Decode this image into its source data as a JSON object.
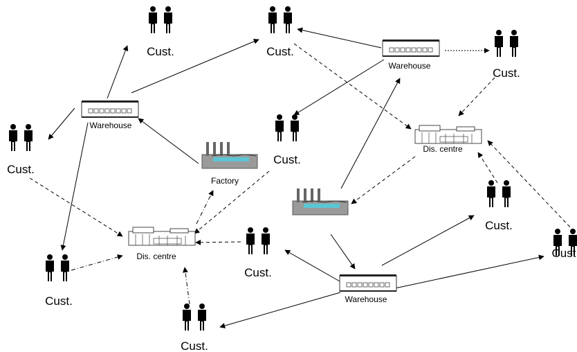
{
  "diagram": {
    "nodes": [
      {
        "id": "cust_top_left",
        "type": "customer",
        "label": "Cust."
      },
      {
        "id": "cust_top_mid",
        "type": "customer",
        "label": "Cust."
      },
      {
        "id": "cust_top_right",
        "type": "customer",
        "label": "Cust."
      },
      {
        "id": "cust_left",
        "type": "customer",
        "label": "Cust."
      },
      {
        "id": "cust_center",
        "type": "customer",
        "label": "Cust."
      },
      {
        "id": "cust_right_mid",
        "type": "customer",
        "label": "Cust."
      },
      {
        "id": "cust_far_right",
        "type": "customer",
        "label": "Cust"
      },
      {
        "id": "cust_mid_lower",
        "type": "customer",
        "label": "Cust."
      },
      {
        "id": "cust_bottom_left",
        "type": "customer",
        "label": "Cust."
      },
      {
        "id": "cust_bottom",
        "type": "customer",
        "label": "Cust."
      },
      {
        "id": "warehouse_left",
        "type": "warehouse",
        "label": "Warehouse"
      },
      {
        "id": "warehouse_top",
        "type": "warehouse",
        "label": "Warehouse"
      },
      {
        "id": "warehouse_bottom",
        "type": "warehouse",
        "label": "Warehouse"
      },
      {
        "id": "factory_left",
        "type": "factory",
        "label": "Factory"
      },
      {
        "id": "factory_right",
        "type": "factory",
        "label": ""
      },
      {
        "id": "dc_left",
        "type": "dis_centre",
        "label": "Dis. centre"
      },
      {
        "id": "dc_right",
        "type": "dis_centre",
        "label": "Dis. centre"
      }
    ],
    "edges": [
      {
        "from": "warehouse_left",
        "to": "cust_top_left",
        "style": "solid"
      },
      {
        "from": "warehouse_left",
        "to": "cust_top_mid",
        "style": "solid"
      },
      {
        "from": "warehouse_left",
        "to": "cust_left",
        "style": "solid"
      },
      {
        "from": "warehouse_left",
        "to": "cust_bottom_left",
        "style": "solid"
      },
      {
        "from": "factory_left",
        "to": "warehouse_left",
        "style": "solid"
      },
      {
        "from": "warehouse_top",
        "to": "cust_top_mid",
        "style": "solid"
      },
      {
        "from": "warehouse_top",
        "to": "cust_top_right",
        "style": "dotted"
      },
      {
        "from": "warehouse_top",
        "to": "cust_center",
        "style": "solid"
      },
      {
        "from": "cust_top_mid",
        "to": "dc_right",
        "style": "dashed"
      },
      {
        "from": "cust_top_right",
        "to": "dc_right",
        "style": "dashed"
      },
      {
        "from": "factory_right",
        "to": "warehouse_top",
        "style": "solid"
      },
      {
        "from": "dc_right",
        "to": "factory_right",
        "style": "dashed"
      },
      {
        "from": "factory_right",
        "to": "warehouse_bottom",
        "style": "solid"
      },
      {
        "from": "cust_right_mid",
        "to": "dc_right",
        "style": "dashed"
      },
      {
        "from": "cust_far_right",
        "to": "dc_right",
        "style": "dashed"
      },
      {
        "from": "warehouse_bottom",
        "to": "cust_right_mid",
        "style": "solid"
      },
      {
        "from": "warehouse_bottom",
        "to": "cust_far_right",
        "style": "solid"
      },
      {
        "from": "warehouse_bottom",
        "to": "cust_mid_lower",
        "style": "solid"
      },
      {
        "from": "warehouse_bottom",
        "to": "cust_bottom",
        "style": "solid"
      },
      {
        "from": "cust_left",
        "to": "dc_left",
        "style": "dashed"
      },
      {
        "from": "cust_center",
        "to": "dc_left",
        "style": "dashed"
      },
      {
        "from": "dc_left",
        "to": "factory_left",
        "style": "dashdot"
      },
      {
        "from": "cust_bottom_left",
        "to": "dc_left",
        "style": "dashdot"
      },
      {
        "from": "cust_mid_lower",
        "to": "dc_left",
        "style": "dashed"
      },
      {
        "from": "cust_bottom",
        "to": "dc_left",
        "style": "dashdot"
      }
    ]
  }
}
